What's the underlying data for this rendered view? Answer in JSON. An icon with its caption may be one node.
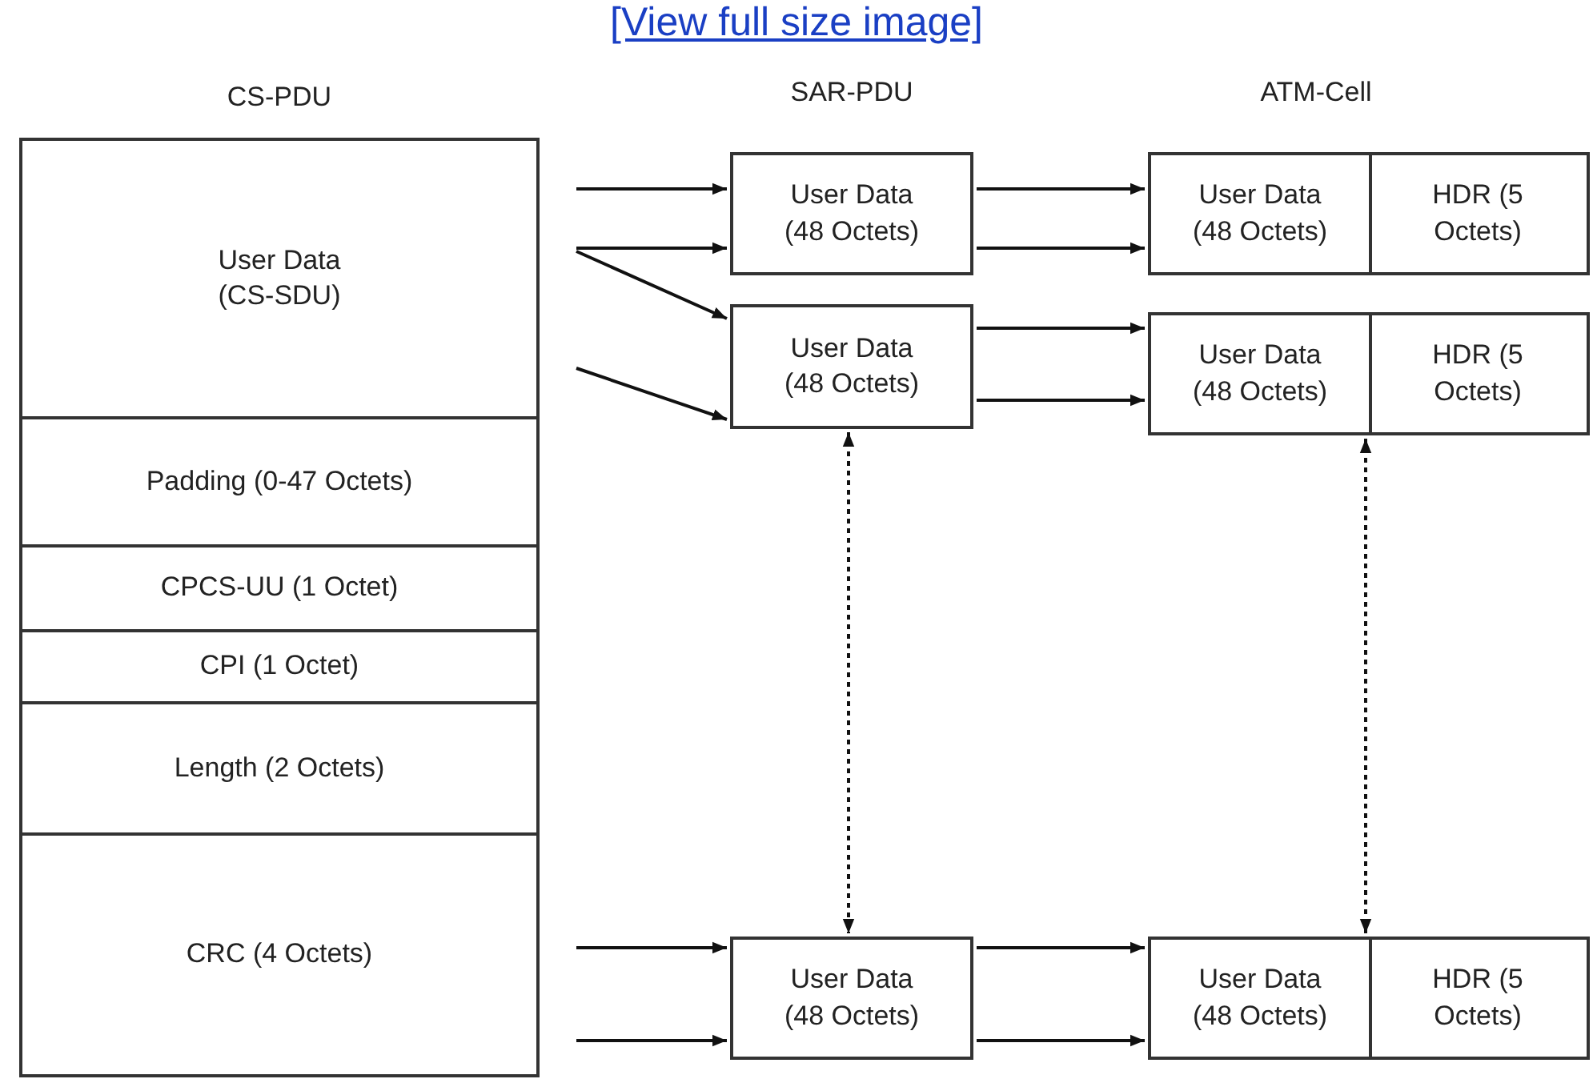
{
  "diagram": {
    "nodes": [
      {
        "text": [
          "CS-PDU"
        ]
      },
      {
        "text": [
          "User Data (CS-SDU)"
        ],
        "in": 0
      },
      {
        "text": [
          "Padding (0-47 Octets)"
        ],
        "in": 0
      },
      {
        "text": [
          "CPCS-UU (1 Octet)"
        ],
        "in": 0
      },
      {
        "text": [
          "CPI (1 Octet)"
        ],
        "in": 0
      },
      {
        "text": [
          "Length (2 Octets)"
        ],
        "in": 0
      },
      {
        "text": [
          "CRC (4 Octets)"
        ],
        "in": 0
      },
      {
        "text": [
          "User Data (48 Octets)"
        ]
      },
      {
        "text": [
          "User Data (48 Octets)"
        ]
      },
      {
        "text": [
          "User Data (48 Octets)"
        ]
      },
      {
        "text": [],
        "shape": "box"
      },
      {
        "text": [
          "User Data (48 Octets)"
        ],
        "in": 10
      },
      {
        "text": [
          "HDR (5 Octets)"
        ],
        "in": 10
      },
      {
        "text": [],
        "shape": "box"
      },
      {
        "text": [
          "User Data (48 Octets)"
        ],
        "in": 13
      },
      {
        "text": [
          "HDR (5 Octets)"
        ],
        "in": 13
      },
      {
        "text": [],
        "shape": "box"
      },
      {
        "text": [
          "User Data (48 Octets)"
        ],
        "in": 16
      },
      {
        "text": [
          "HDR (5 Octets)"
        ],
        "in": 16
      }
    ],
    "edges": [
      {
        "from": null,
        "to": 7,
        "arrow": "to"
      },
      {
        "from": null,
        "to": 7,
        "arrow": "to"
      },
      {
        "from": null,
        "to": 8,
        "arrow": "to"
      },
      {
        "from": null,
        "to": 8,
        "arrow": "to"
      },
      {
        "from": 7,
        "to": 10,
        "arrow": "to"
      },
      {
        "from": 7,
        "to": 10,
        "arrow": "to"
      },
      {
        "from": 8,
        "to": 13,
        "arrow": "to"
      },
      {
        "from": 8,
        "to": 13,
        "arrow": "to"
      },
      {
        "from": 8,
        "to": 9,
        "arrow": "both",
        "style": "dashed"
      },
      {
        "from": 13,
        "to": 16,
        "arrow": "both",
        "style": "dashed"
      },
      {
        "from": null,
        "to": 9,
        "arrow": "to"
      },
      {
        "from": null,
        "to": 9,
        "arrow": "to"
      },
      {
        "from": 9,
        "to": 16,
        "arrow": "to"
      },
      {
        "from": 9,
        "to": 16,
        "arrow": "to"
      }
    ],
    "labels": [
      "[View full size image]",
      "SAR-PDU",
      "ATM-Cell"
    ]
  }
}
